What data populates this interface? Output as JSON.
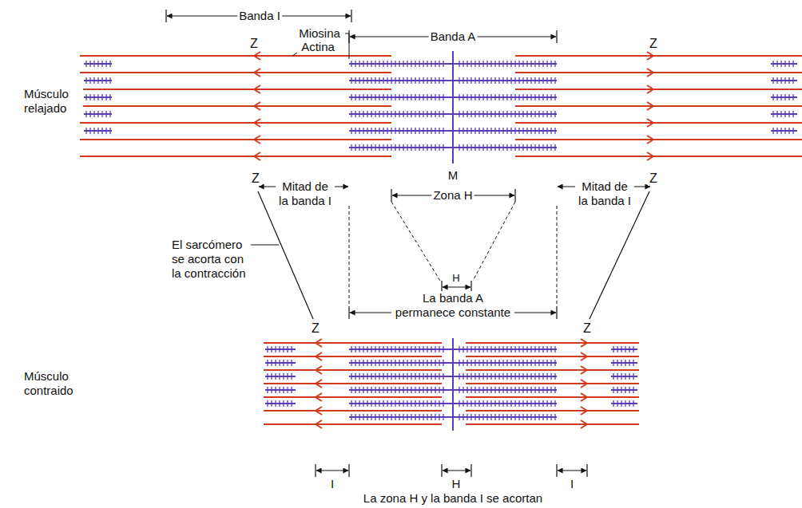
{
  "diagram": {
    "labels": [
      "Banda I",
      "Z",
      "Miosina",
      "Banda A",
      "Z",
      "Actina",
      "Músculo relajado",
      "Z",
      "M",
      "Mitad de la banda I",
      "Zona H",
      "Mitad de la banda I",
      "Z",
      "El sarcómero se acorta con la contracción",
      "H",
      "La banda A permanece constante",
      "Z",
      "Z",
      "Músculo contraido",
      "I",
      "H",
      "I",
      "La zona H y la banda I se acortan"
    ]
  }
}
